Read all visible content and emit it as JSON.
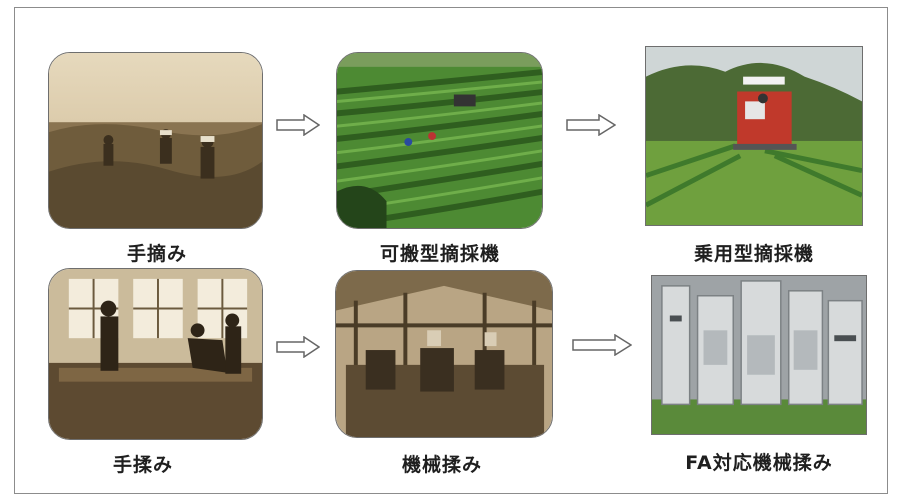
{
  "steps": {
    "top": [
      {
        "label": "手摘み",
        "icon": "tea-picking-by-hand-photo"
      },
      {
        "label": "可搬型摘採機",
        "icon": "portable-tea-harvester-photo"
      },
      {
        "label": "乗用型摘採機",
        "icon": "riding-tea-harvester-photo"
      }
    ],
    "bottom": [
      {
        "label": "手揉み",
        "icon": "hand-rolling-tea-photo"
      },
      {
        "label": "機械揉み",
        "icon": "machine-rolling-factory-photo"
      },
      {
        "label": "FA対応機械揉み",
        "icon": "fa-automated-factory-photo"
      }
    ]
  },
  "colors": {
    "sepia": "#b39a73",
    "tea_green": "#3f7a2c",
    "arrow_stroke": "#666666"
  }
}
